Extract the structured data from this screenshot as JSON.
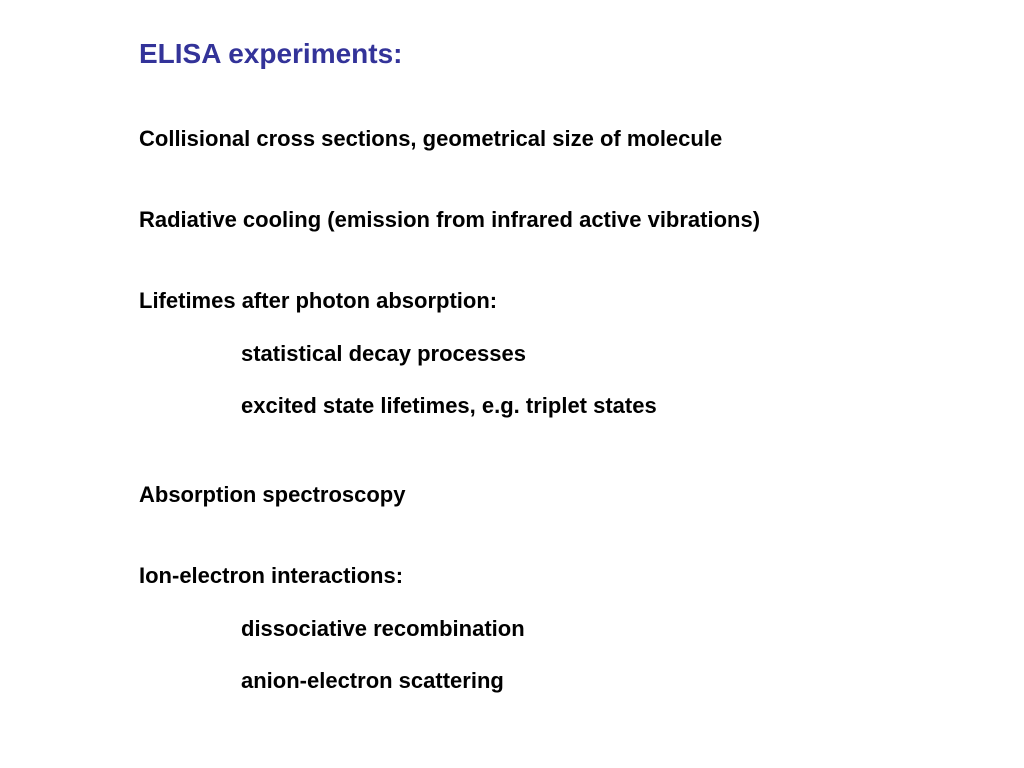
{
  "colors": {
    "title": "#333399",
    "text": "#000000",
    "background": "#ffffff"
  },
  "slide": {
    "title": "ELISA experiments:",
    "items": [
      {
        "text": "Collisional cross sections, geometrical size of molecule"
      },
      {
        "text": "Radiative cooling (emission from infrared active vibrations)"
      },
      {
        "text": "Lifetimes after photon absorption:",
        "subitems": [
          "statistical decay processes",
          "excited state lifetimes, e.g. triplet states"
        ]
      },
      {
        "text": "Absorption spectroscopy"
      },
      {
        "text": "Ion-electron interactions:",
        "subitems": [
          "dissociative recombination",
          "anion-electron scattering"
        ]
      }
    ]
  }
}
